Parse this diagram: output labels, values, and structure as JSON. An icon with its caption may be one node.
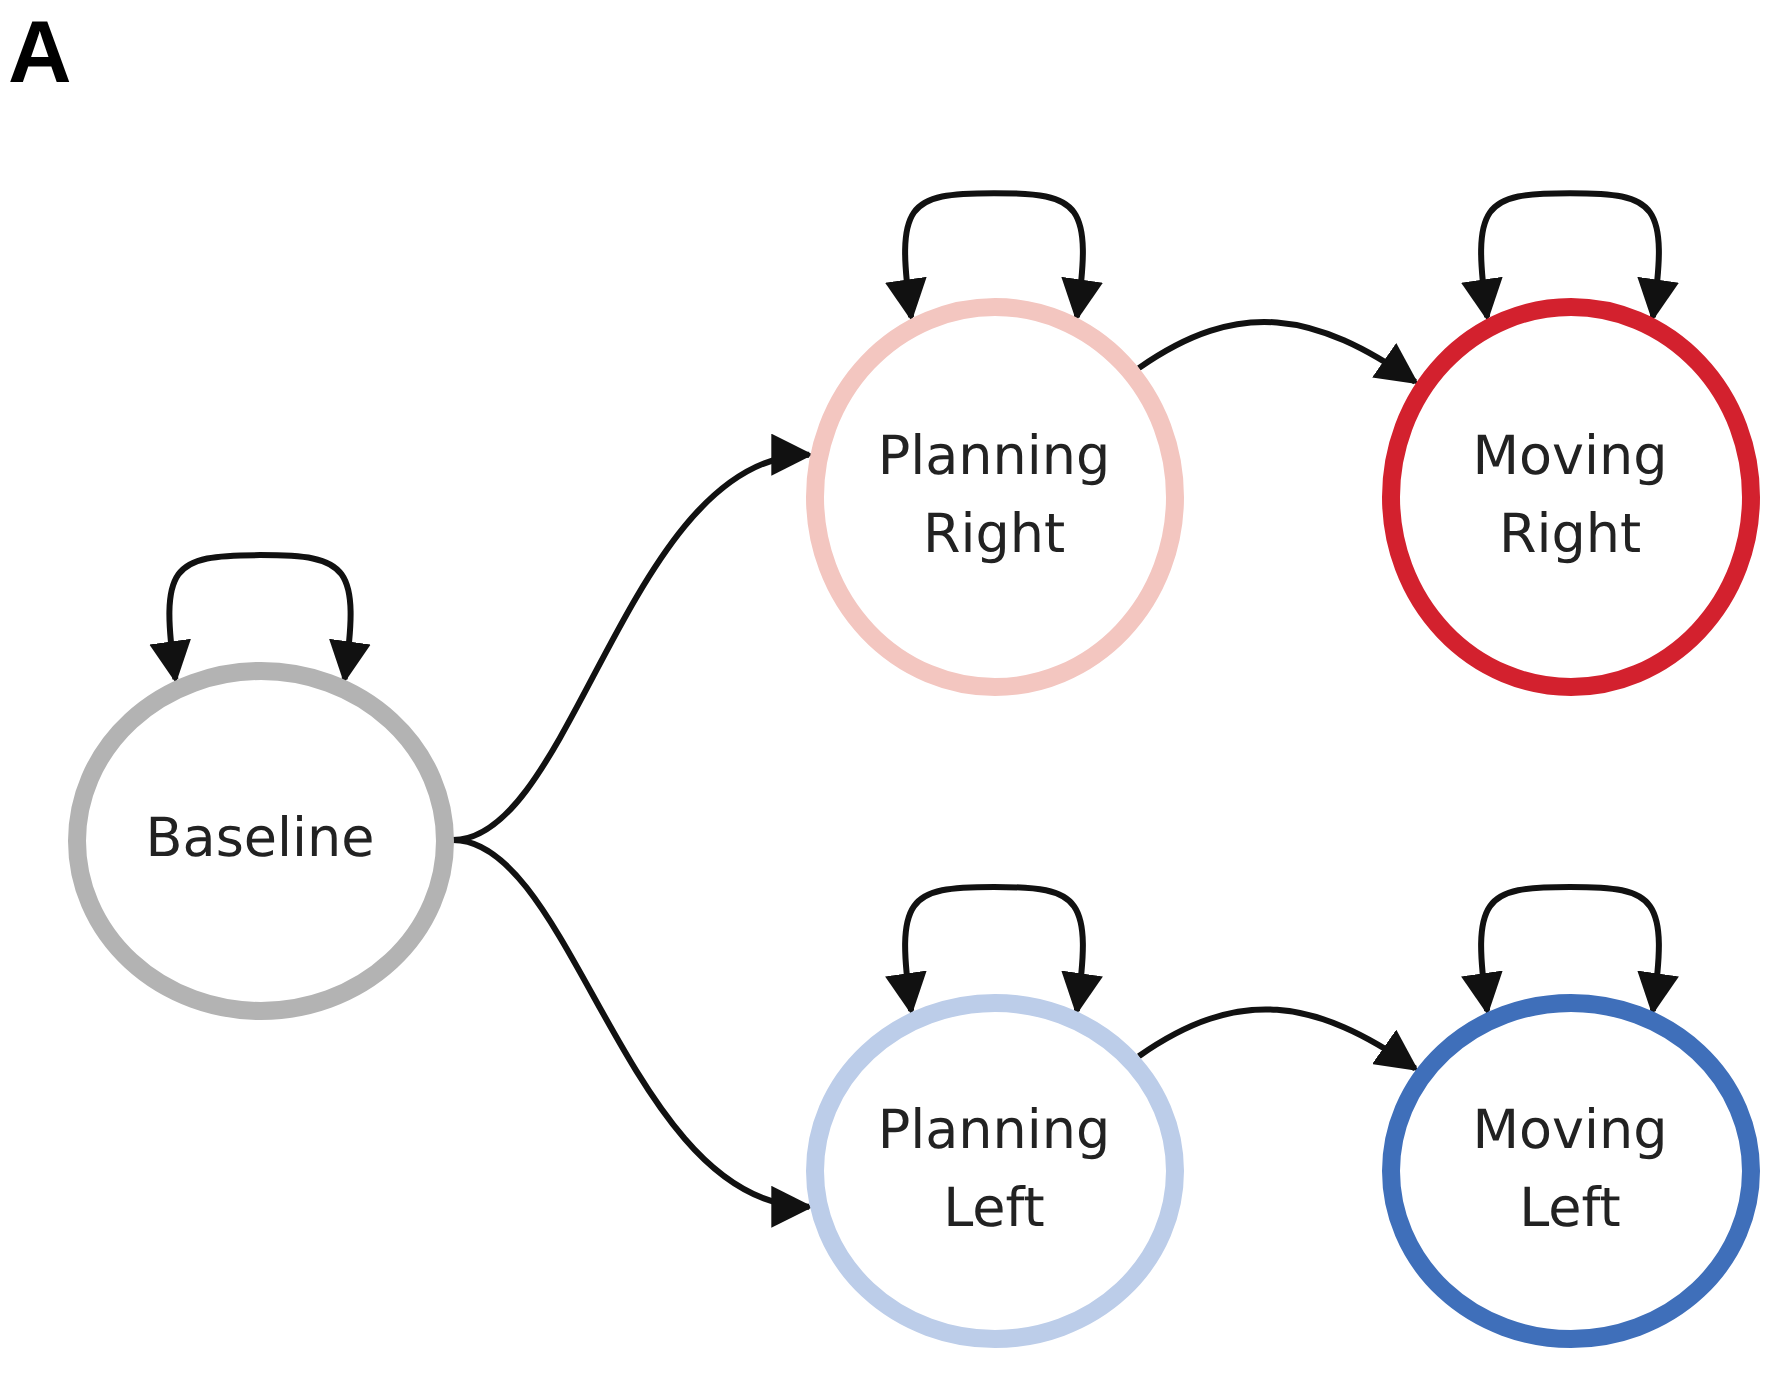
{
  "diagram": {
    "nodes": [
      {
        "text": [
          "Baseline"
        ]
      },
      {
        "text": [
          "Planning Right"
        ]
      },
      {
        "text": [
          "Moving Right"
        ]
      },
      {
        "text": [
          "Planning Left"
        ]
      },
      {
        "text": [
          "Moving Left"
        ]
      }
    ],
    "edges": [
      {
        "from": 0,
        "to": 0,
        "arrow": "both"
      },
      {
        "from": 1,
        "to": 1,
        "arrow": "both"
      },
      {
        "from": 2,
        "to": 2,
        "arrow": "both"
      },
      {
        "from": 3,
        "to": 3,
        "arrow": "both"
      },
      {
        "from": 4,
        "to": 4,
        "arrow": "both"
      },
      {
        "from": 0,
        "to": 1,
        "arrow": "to"
      },
      {
        "from": 0,
        "to": 3,
        "arrow": "to"
      },
      {
        "from": 1,
        "to": 2,
        "arrow": "to"
      },
      {
        "from": 3,
        "to": 4,
        "arrow": "to"
      }
    ],
    "labels": [
      "A"
    ]
  }
}
